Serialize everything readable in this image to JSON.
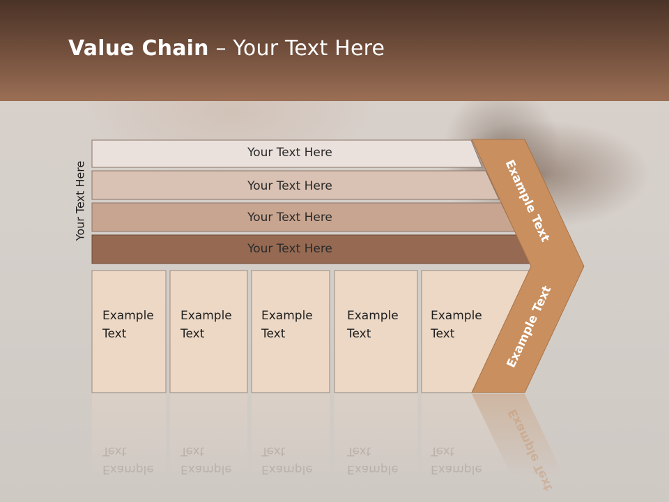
{
  "title": {
    "bold": "Value Chain",
    "rest": " – Your Text Here"
  },
  "side_label": "Your Text Here",
  "bars": [
    {
      "label": "Your Text Here",
      "color": "#ebe1dc"
    },
    {
      "label": "Your Text Here",
      "color": "#d9c1b3"
    },
    {
      "label": "Your Text Here",
      "color": "#c8a590"
    },
    {
      "label": "Your Text Here",
      "color": "#966a52"
    }
  ],
  "cells": [
    {
      "line1": "Example",
      "line2": "Text"
    },
    {
      "line1": "Example",
      "line2": "Text"
    },
    {
      "line1": "Example",
      "line2": "Text"
    },
    {
      "line1": "Example",
      "line2": "Text"
    },
    {
      "line1": "Example",
      "line2": "Text"
    }
  ],
  "chevron": {
    "upper": "Example Text",
    "lower": "Example Text",
    "color": "#c98f5e"
  },
  "colors": {
    "cell_fill": "#ecd8c5",
    "header_top": "#4a3327",
    "header_bottom": "#9b6f55"
  }
}
